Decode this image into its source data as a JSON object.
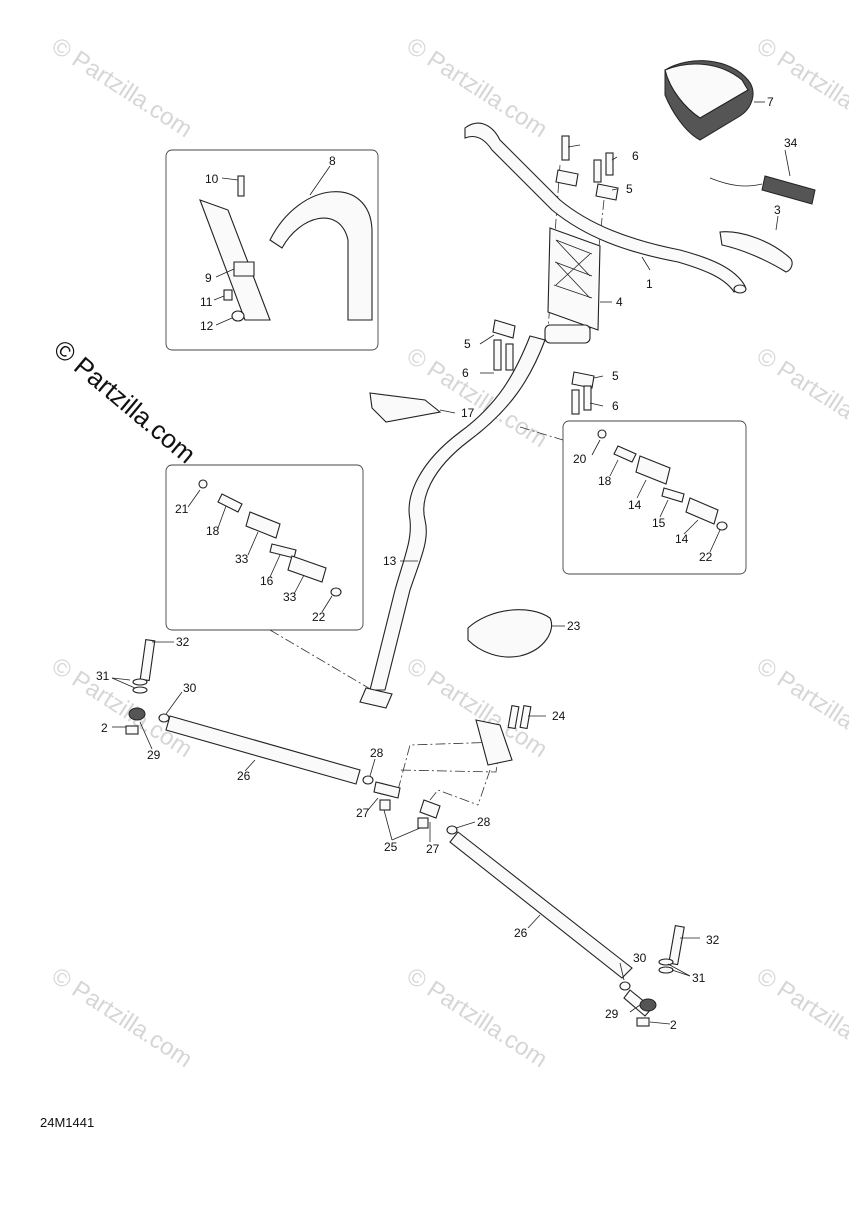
{
  "diagram": {
    "code": "24M1441",
    "watermark": "© Partzilla.com",
    "side_watermark": "© Partzilla.com",
    "callouts": [
      {
        "id": "c1",
        "text": "1"
      },
      {
        "id": "c2a",
        "text": "2"
      },
      {
        "id": "c2b",
        "text": "2"
      },
      {
        "id": "c3",
        "text": "3"
      },
      {
        "id": "c4",
        "text": "4"
      },
      {
        "id": "c5a",
        "text": "5"
      },
      {
        "id": "c5b",
        "text": "5"
      },
      {
        "id": "c5c",
        "text": "5"
      },
      {
        "id": "c6a",
        "text": "6"
      },
      {
        "id": "c6b",
        "text": "6"
      },
      {
        "id": "c6c",
        "text": "6"
      },
      {
        "id": "c7",
        "text": "7"
      },
      {
        "id": "c8",
        "text": "8"
      },
      {
        "id": "c9",
        "text": "9"
      },
      {
        "id": "c10",
        "text": "10"
      },
      {
        "id": "c11",
        "text": "11"
      },
      {
        "id": "c12",
        "text": "12"
      },
      {
        "id": "c13",
        "text": "13"
      },
      {
        "id": "c14a",
        "text": "14"
      },
      {
        "id": "c14b",
        "text": "14"
      },
      {
        "id": "c15",
        "text": "15"
      },
      {
        "id": "c16",
        "text": "16"
      },
      {
        "id": "c17",
        "text": "17"
      },
      {
        "id": "c18a",
        "text": "18"
      },
      {
        "id": "c18b",
        "text": "18"
      },
      {
        "id": "c20",
        "text": "20"
      },
      {
        "id": "c21",
        "text": "21"
      },
      {
        "id": "c22a",
        "text": "22"
      },
      {
        "id": "c22b",
        "text": "22"
      },
      {
        "id": "c23",
        "text": "23"
      },
      {
        "id": "c24",
        "text": "24"
      },
      {
        "id": "c25",
        "text": "25"
      },
      {
        "id": "c26a",
        "text": "26"
      },
      {
        "id": "c26b",
        "text": "26"
      },
      {
        "id": "c27a",
        "text": "27"
      },
      {
        "id": "c27b",
        "text": "27"
      },
      {
        "id": "c28a",
        "text": "28"
      },
      {
        "id": "c28b",
        "text": "28"
      },
      {
        "id": "c29a",
        "text": "29"
      },
      {
        "id": "c29b",
        "text": "29"
      },
      {
        "id": "c30a",
        "text": "30"
      },
      {
        "id": "c30b",
        "text": "30"
      },
      {
        "id": "c31a",
        "text": "31"
      },
      {
        "id": "c31b",
        "text": "31"
      },
      {
        "id": "c32a",
        "text": "32"
      },
      {
        "id": "c32b",
        "text": "32"
      },
      {
        "id": "c33a",
        "text": "33"
      },
      {
        "id": "c33b",
        "text": "33"
      },
      {
        "id": "c34",
        "text": "34"
      }
    ]
  }
}
